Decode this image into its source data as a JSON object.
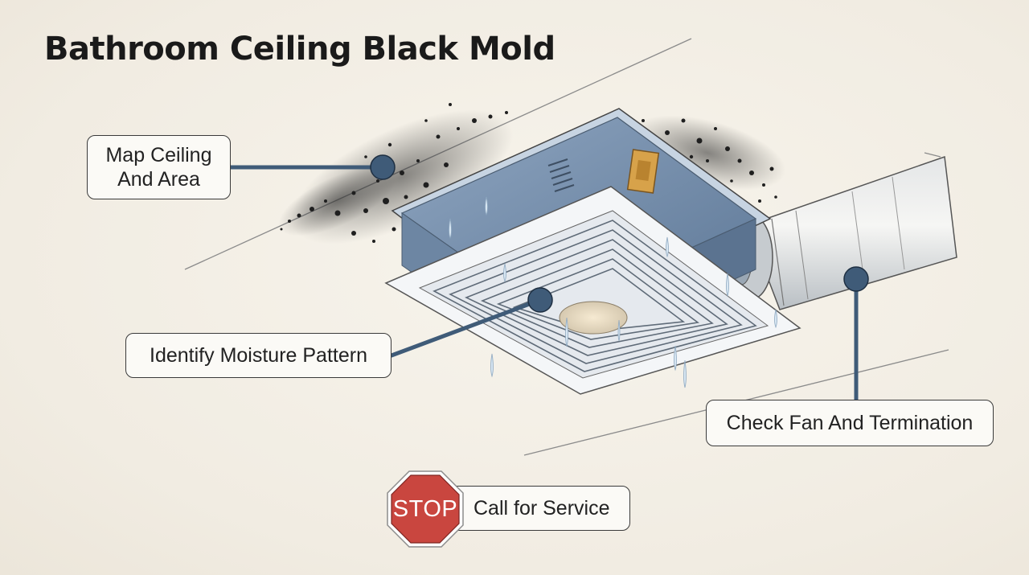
{
  "title": "Bathroom Ceiling Black Mold",
  "callouts": {
    "map_line1": "Map Ceiling",
    "map_line2": "And Area",
    "moisture": "Identify Moisture Pattern",
    "fan": "Check Fan And Termination",
    "service": "Call for Service"
  },
  "stop_sign": {
    "label": "STOP",
    "color": "#c9463f"
  },
  "icons": [
    "stop-sign-icon",
    "exhaust-fan-icon",
    "duct-icon",
    "mold-icon"
  ],
  "colors": {
    "leader_line": "#3f5b78",
    "callout_border": "#3a3a3a",
    "background": "#f3efe6"
  }
}
